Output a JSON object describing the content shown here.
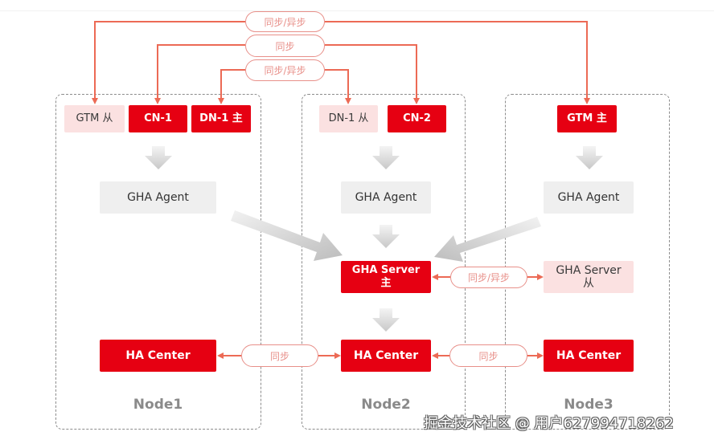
{
  "colors": {
    "primary_red": "#e60012",
    "light_pink": "#fbe1e1",
    "agent_grey": "#efefef",
    "connector": "#ec6a55",
    "pill_border": "#e8908a",
    "frame_dash": "#8c8c8c",
    "node_label": "#8a8a8a"
  },
  "top_links": [
    {
      "label": "同步/异步",
      "from": "GTM 主",
      "to": "GTM 从"
    },
    {
      "label": "同步",
      "from": "CN-1",
      "to": "CN-2"
    },
    {
      "label": "同步/异步",
      "from": "DN-1 主",
      "to": "DN-1 从"
    }
  ],
  "nodes": [
    {
      "name": "Node1",
      "components": [
        {
          "label": "GTM 从",
          "style": "pink"
        },
        {
          "label": "CN-1",
          "style": "red"
        },
        {
          "label": "DN-1 主",
          "style": "red"
        }
      ],
      "agent": "GHA Agent",
      "ha_center": "HA Center"
    },
    {
      "name": "Node2",
      "components": [
        {
          "label": "DN-1 从",
          "style": "pink"
        },
        {
          "label": "CN-2",
          "style": "red"
        }
      ],
      "agent": "GHA Agent",
      "server": {
        "line1": "GHA Server",
        "line2": "主"
      },
      "ha_center": "HA Center"
    },
    {
      "name": "Node3",
      "components": [
        {
          "label": "GTM 主",
          "style": "red"
        }
      ],
      "agent": "GHA Agent",
      "server": {
        "line1": "GHA Server",
        "line2": "从"
      },
      "ha_center": "HA Center"
    }
  ],
  "server_link": {
    "label": "同步/异步"
  },
  "ha_links": [
    {
      "label": "同步",
      "between": [
        "Node1",
        "Node2"
      ]
    },
    {
      "label": "同步",
      "between": [
        "Node2",
        "Node3"
      ]
    }
  ],
  "watermark": "掘金技术社区 @ 用户627994718262"
}
